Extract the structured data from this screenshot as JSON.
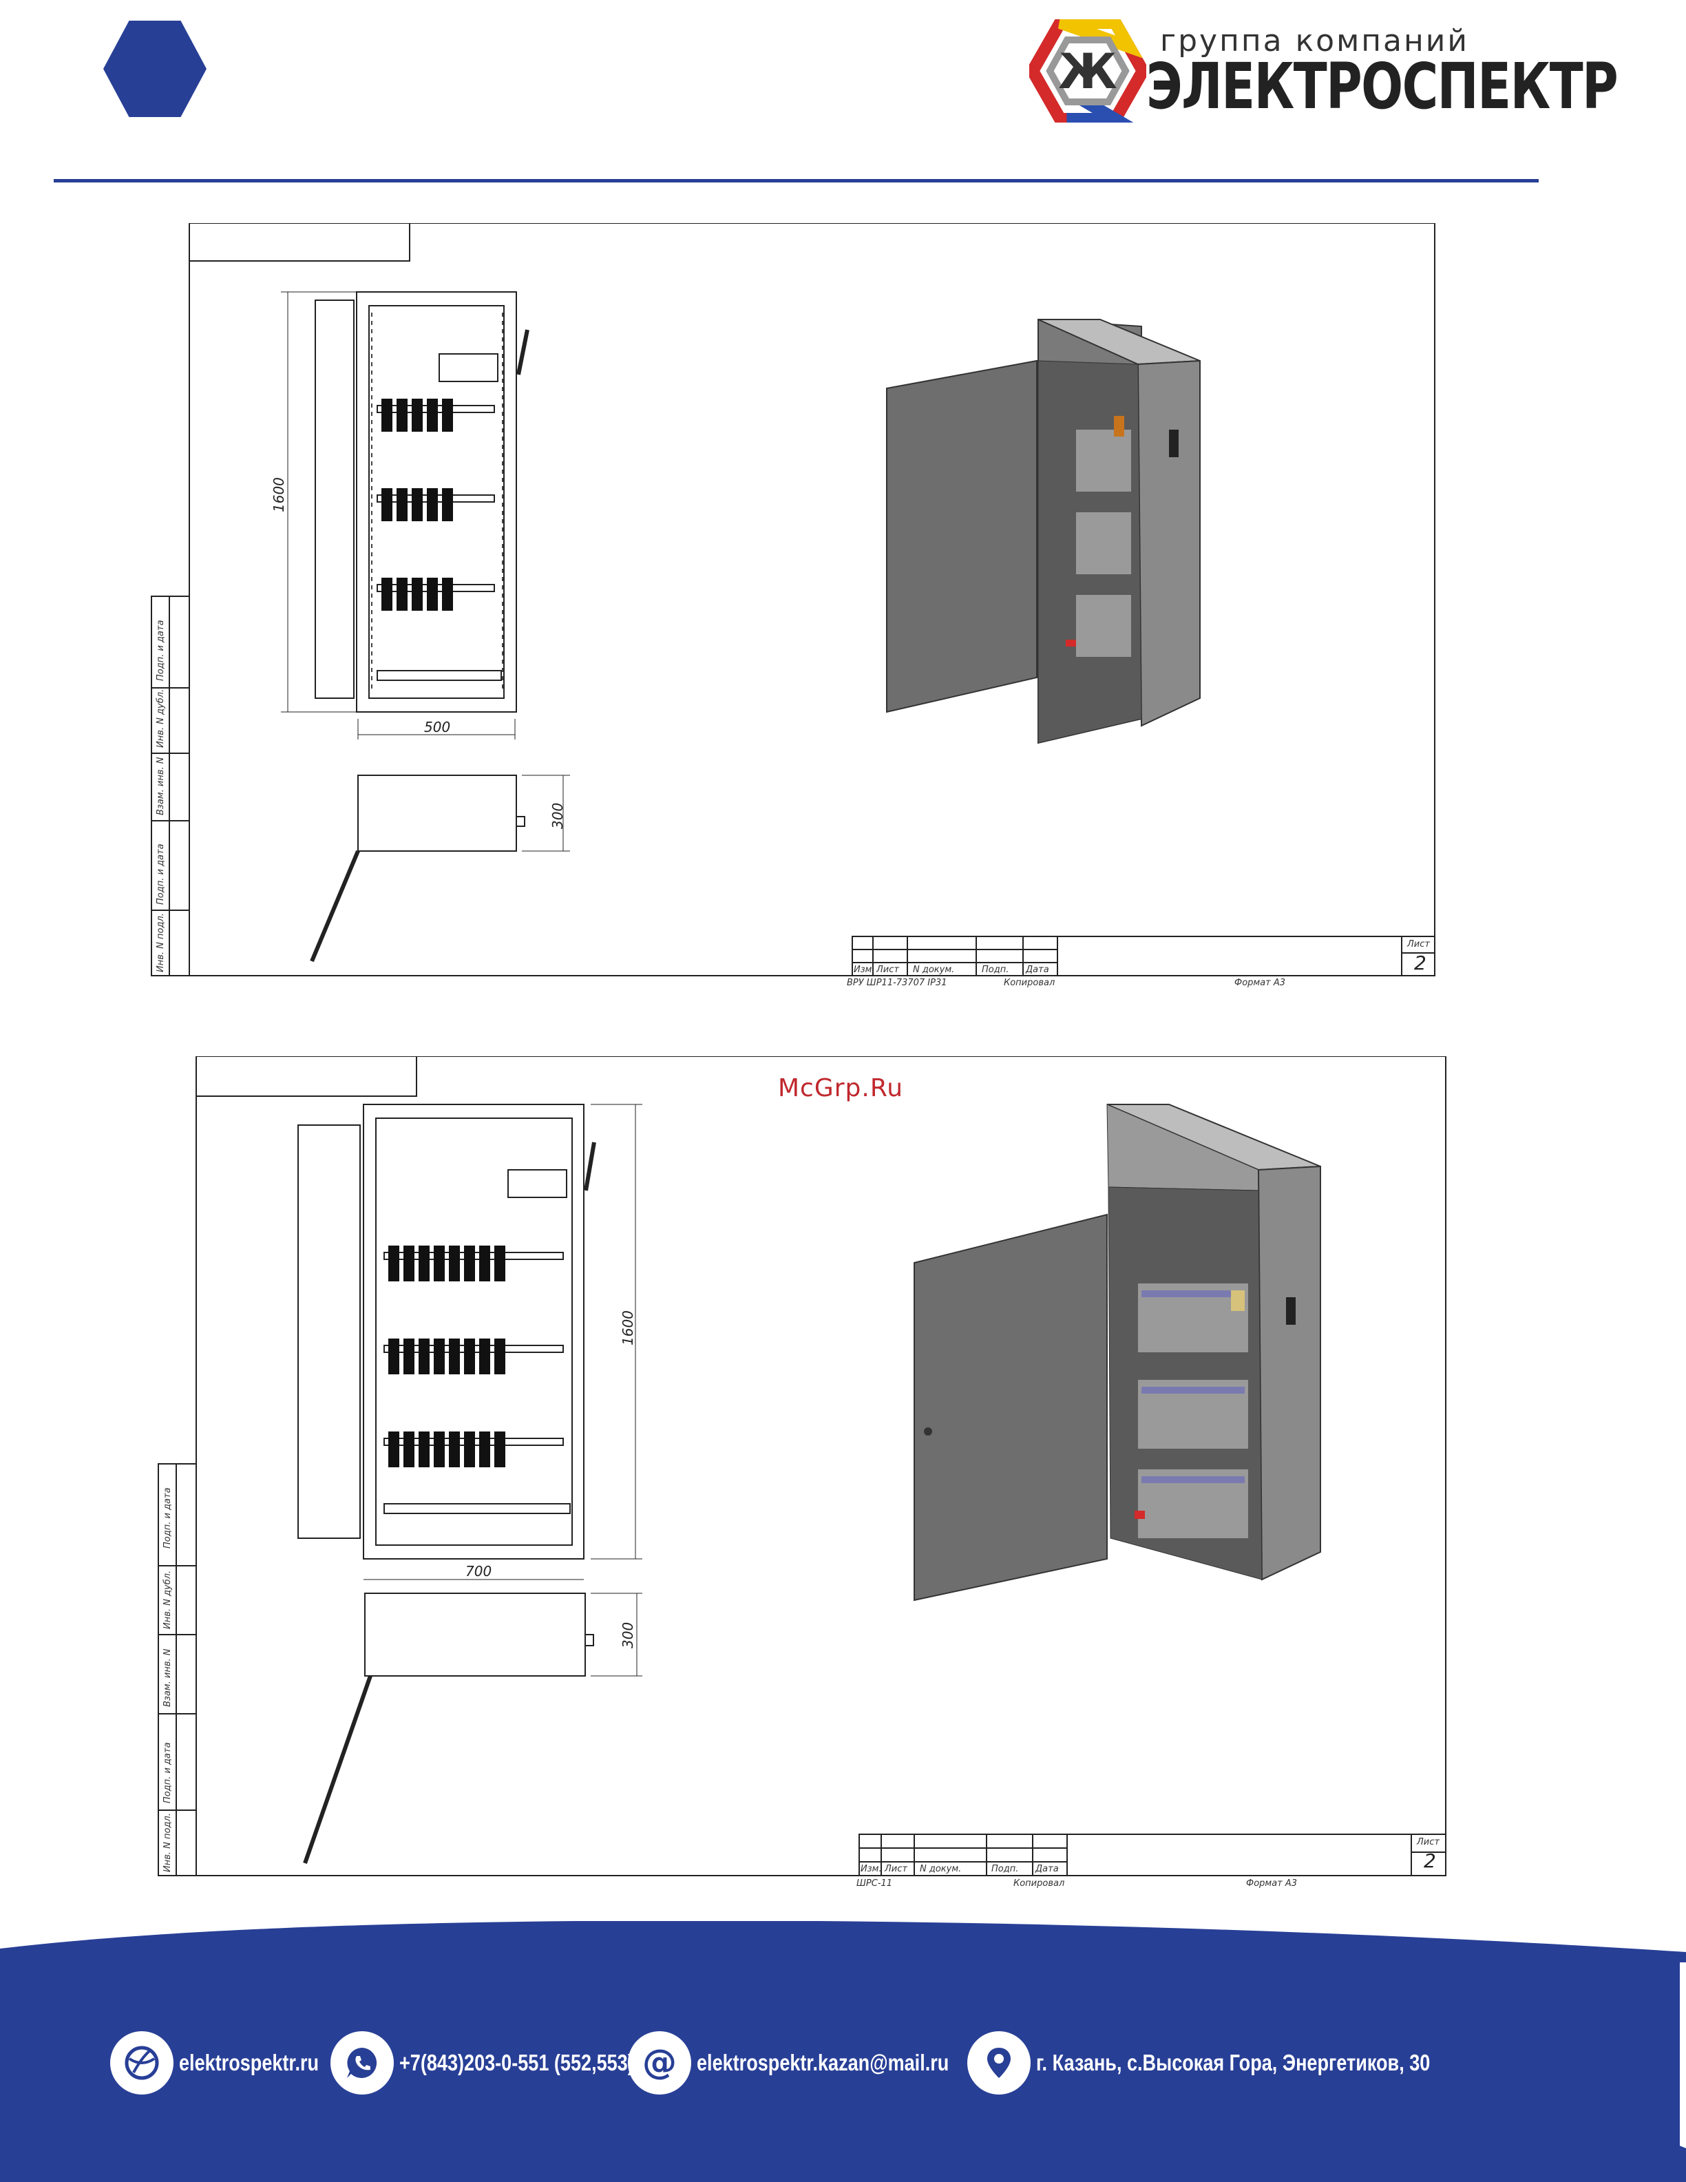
{
  "header": {
    "logo_subtitle": "группа компаний",
    "logo_title": "ЭЛЕКТРОСПЕКТР",
    "colors": {
      "brand_blue": "#283f96",
      "logo_red": "#d42a2a",
      "logo_yellow": "#f2c300",
      "logo_blue": "#2a4fb0"
    }
  },
  "sheets": [
    {
      "side_labels": [
        "Подп. и дата",
        "Инв. N дубл.",
        "Взам. инв. N",
        "Подп. и дата",
        "Инв. N подл."
      ],
      "width_dim": "500",
      "height_dim": "1600",
      "depth_dim": "300",
      "stamp_headers": [
        "Изм.",
        "Лист",
        "N докум.",
        "Подп.",
        "Дата"
      ],
      "sheet_label": "Лист",
      "sheet_number": "2",
      "doc_name": "ВРУ ШР11-73707 IP31",
      "copied": "Копировал",
      "format": "Формат A3"
    },
    {
      "side_labels": [
        "Подп. и дата",
        "Инв. N дубл.",
        "Взам. инв. N",
        "Подп. и дата",
        "Инв. N подл."
      ],
      "width_dim": "700",
      "height_dim": "1600",
      "depth_dim": "300",
      "stamp_headers": [
        "Изм.",
        "Лист",
        "N докум.",
        "Подп.",
        "Дата"
      ],
      "sheet_label": "Лист",
      "sheet_number": "2",
      "doc_name": "ШРС-11",
      "copied": "Копировал",
      "format": "Формат A3"
    }
  ],
  "watermark": "McGrp.Ru",
  "footer": {
    "website": "elektrospektr.ru",
    "phone": "+7(843)203-0-551 (552,553)",
    "email": "elektrospektr.kazan@mail.ru",
    "address": "г. Казань, с.Высокая Гора, Энергетиков, 30",
    "icons": [
      "globe-icon",
      "phone-icon",
      "at-icon",
      "location-pin-icon"
    ]
  }
}
